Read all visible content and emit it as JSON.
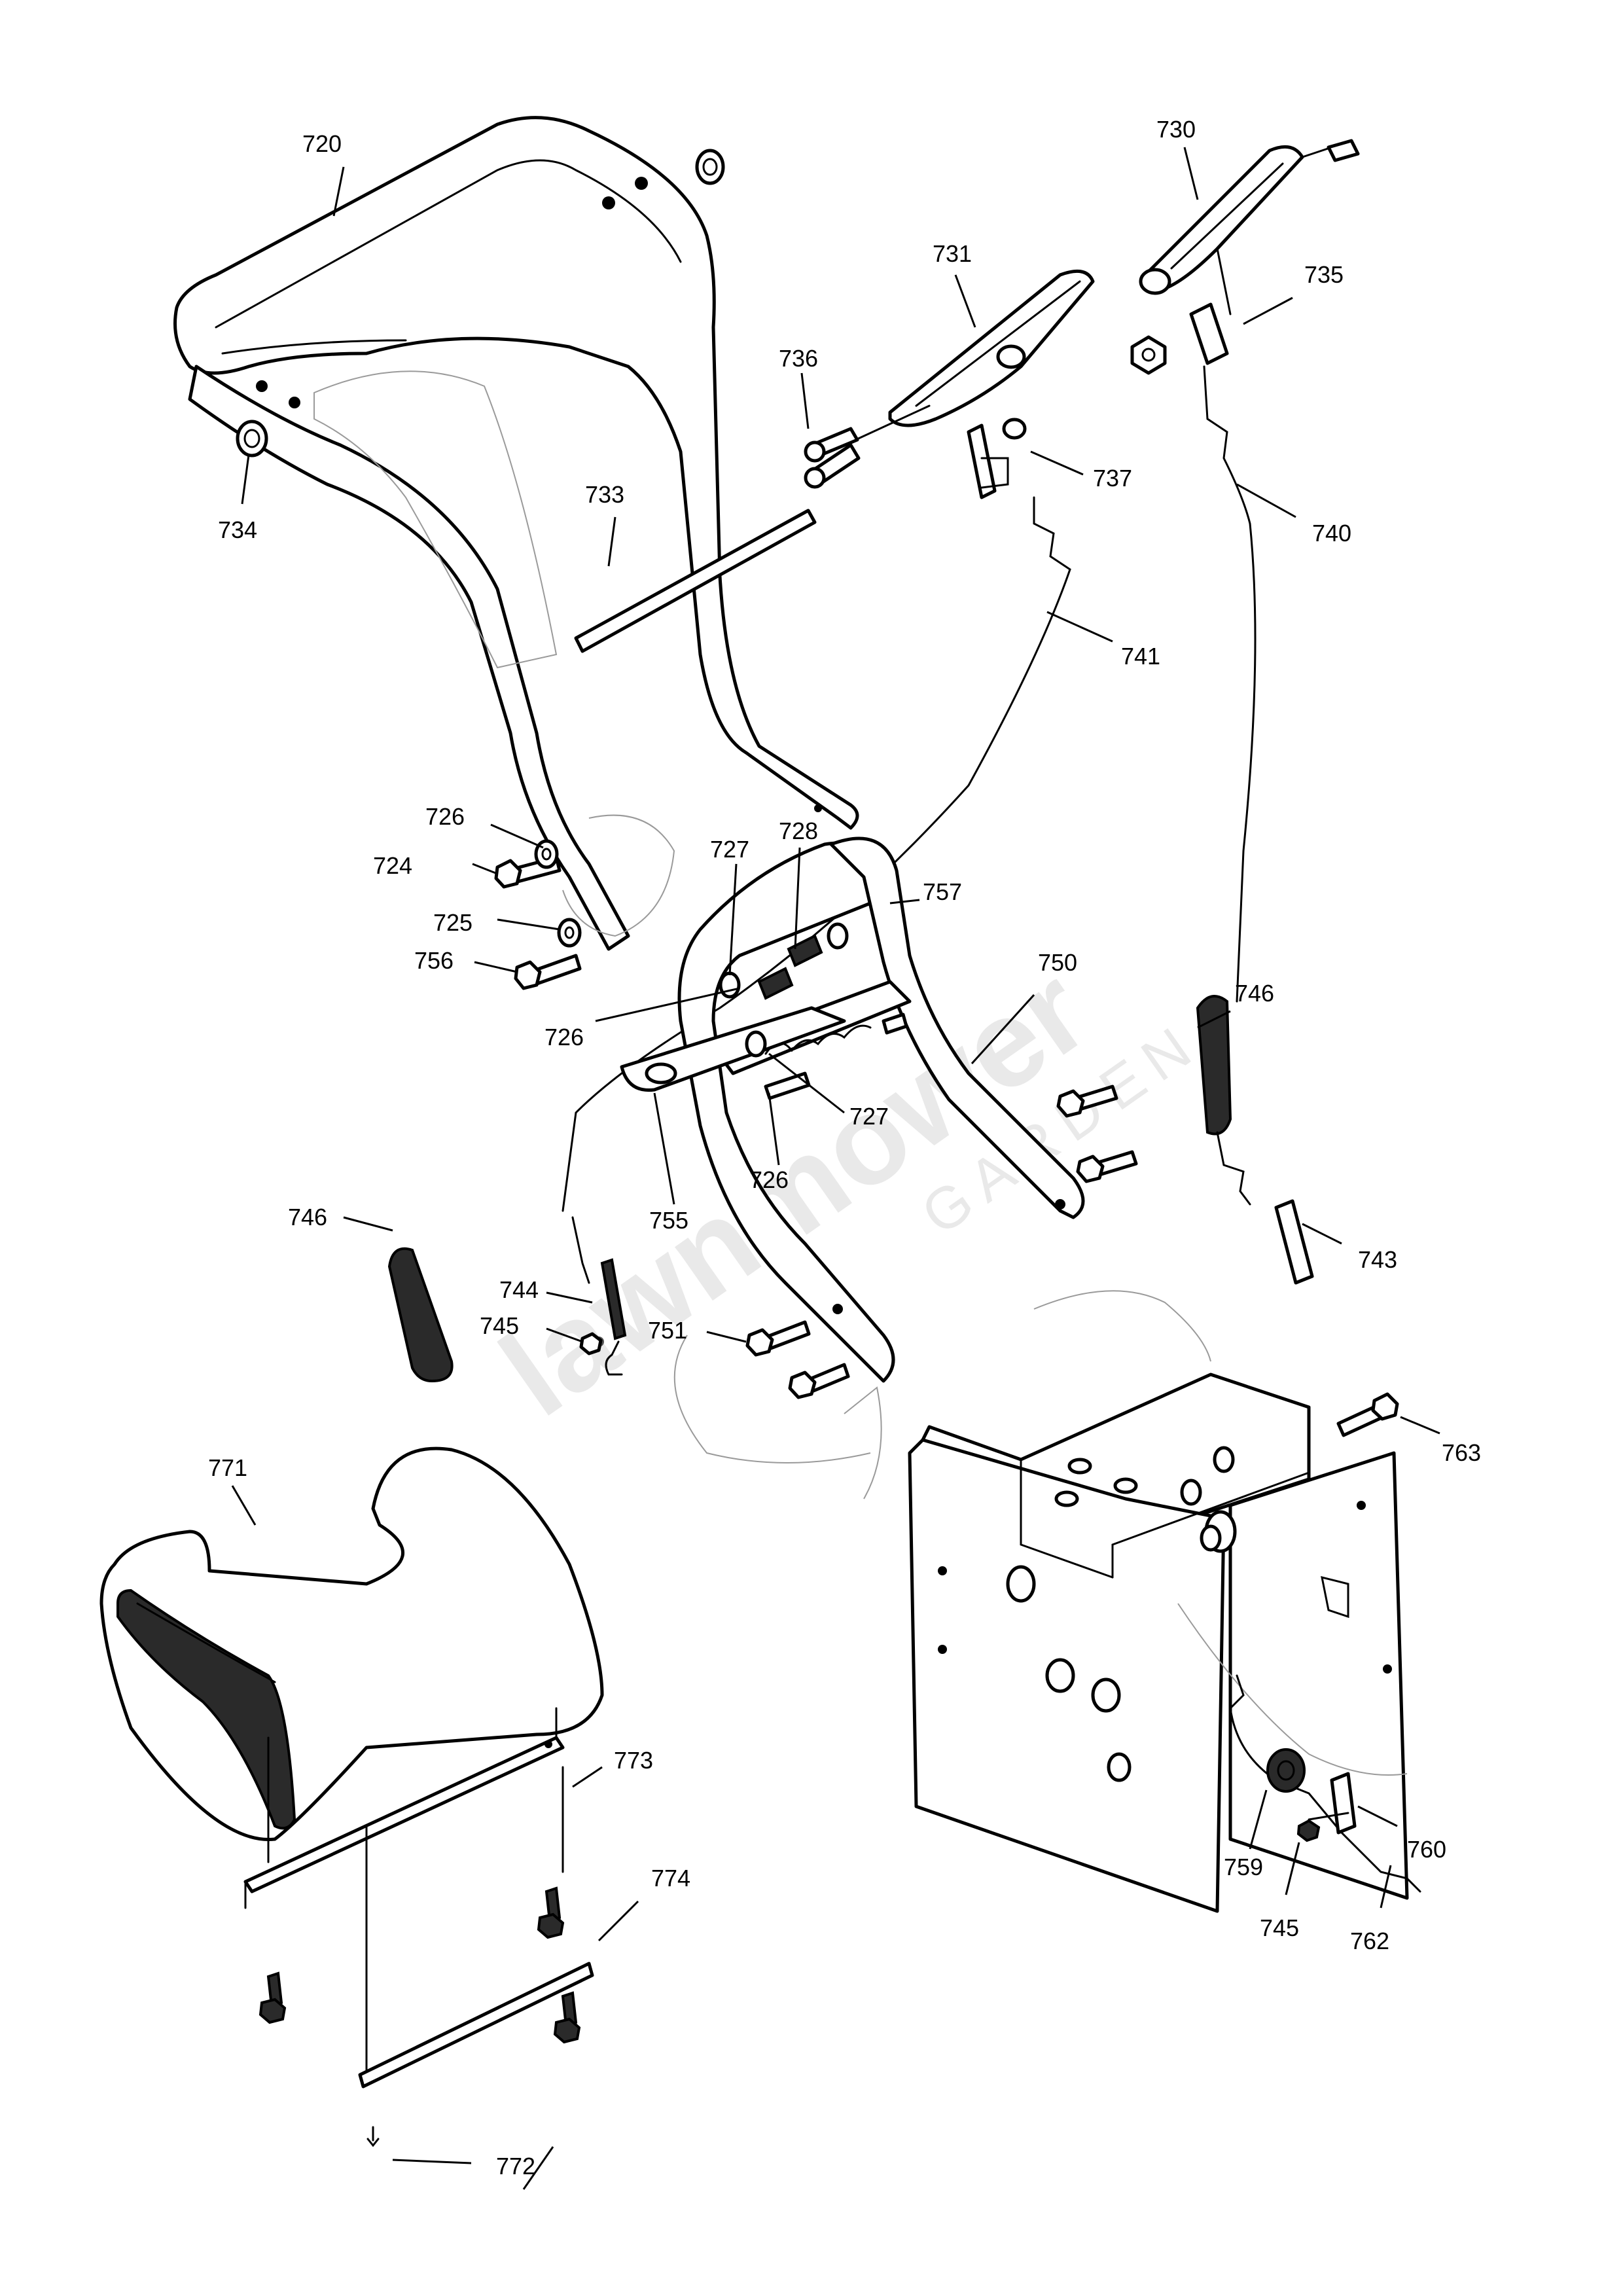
{
  "diagram": {
    "labels": {
      "p720": "720",
      "p730": "730",
      "p731": "731",
      "p735": "735",
      "p736": "736",
      "p737": "737",
      "p734": "734",
      "p733": "733",
      "p740": "740",
      "p741": "741",
      "p726a": "726",
      "p728": "728",
      "p727a": "727",
      "p724": "724",
      "p757": "757",
      "p725": "725",
      "p756": "756",
      "p750": "750",
      "p726b": "726",
      "p746a": "746",
      "p727b": "727",
      "p726c": "726",
      "p755": "755",
      "p746b": "746",
      "p743": "743",
      "p744": "744",
      "p745a": "745",
      "p751": "751",
      "p763": "763",
      "p771": "771",
      "p773": "773",
      "p760": "760",
      "p759": "759",
      "p745b": "745",
      "p762": "762",
      "p774": "774",
      "p772": "772"
    },
    "watermark": {
      "brand": "lawnmower",
      "sub": "GARDEN"
    }
  }
}
